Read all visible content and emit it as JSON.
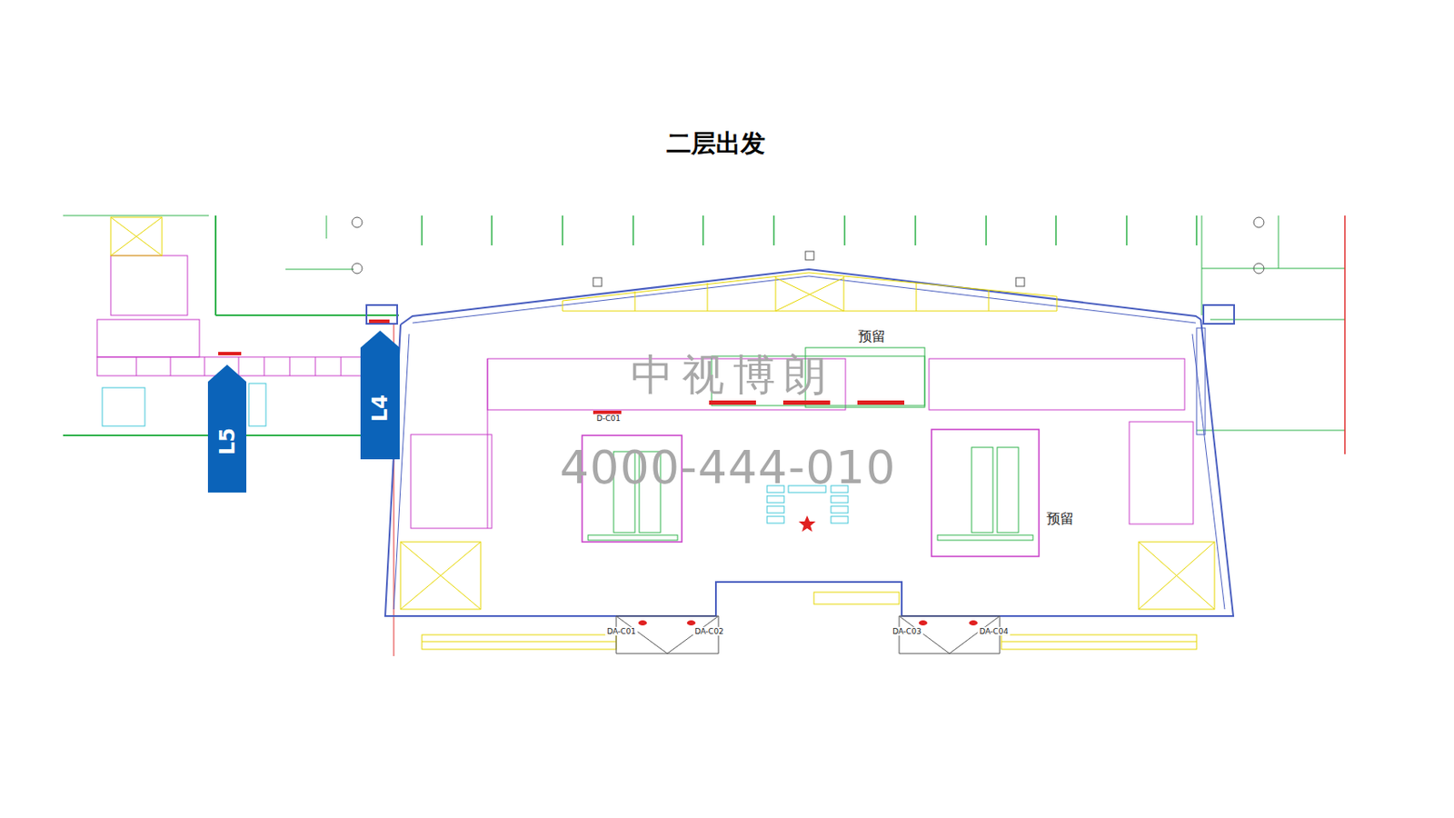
{
  "diagram": {
    "title": "二层出发",
    "nodes": [
      {
        "text": [
          "L5"
        ]
      },
      {
        "text": [
          "L4"
        ]
      }
    ],
    "labels": [
      "预留",
      "预留",
      "D-C01",
      "DA-C01",
      "DA-C02",
      "DA-C03",
      "DA-C04",
      "中视博朗",
      "4000-444-010"
    ]
  }
}
